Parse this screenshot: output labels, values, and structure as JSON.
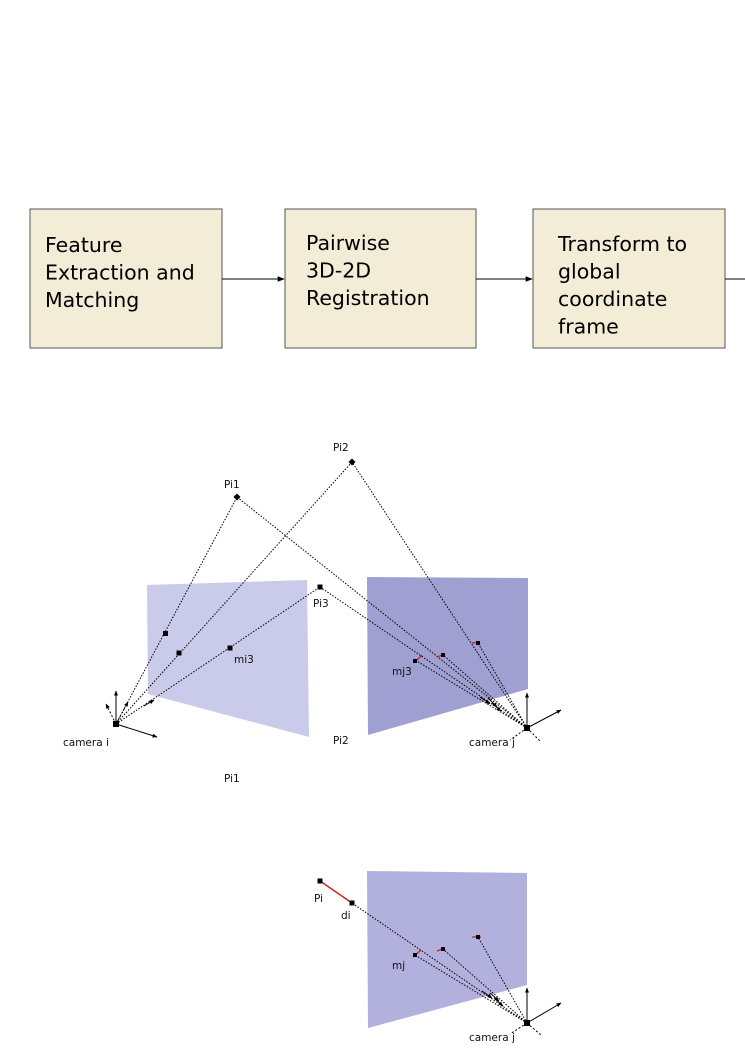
{
  "flowchart": {
    "steps": [
      {
        "lines": [
          "Feature",
          "Extraction and",
          "Matching"
        ]
      },
      {
        "lines": [
          "Pairwise",
          "3D-2D",
          "Registration"
        ]
      },
      {
        "lines": [
          "Transform to",
          "global",
          "coordinate",
          "frame"
        ]
      }
    ],
    "box_fill": "#f3ecd6",
    "box_stroke": "#555555"
  },
  "diagram_top": {
    "labels": {
      "pi2": "Pi2",
      "pi1": "Pi1",
      "pi3": "Pi3",
      "mi3": "mi3",
      "mj3": "mj3",
      "camera_i": "camera i",
      "camera_j": "camera j",
      "pi2_bottom": "Pi2",
      "pi1_bottom": "Pi1"
    },
    "plane_left_color": "#cacbeb",
    "plane_right_color": "#a09fd1"
  },
  "diagram_bottom": {
    "labels": {
      "pi": "Pi",
      "di": "di",
      "mj": "mj",
      "camera_j": "camera j"
    },
    "plane_color": "#b2b0dc",
    "error_color": "#cc2222"
  }
}
